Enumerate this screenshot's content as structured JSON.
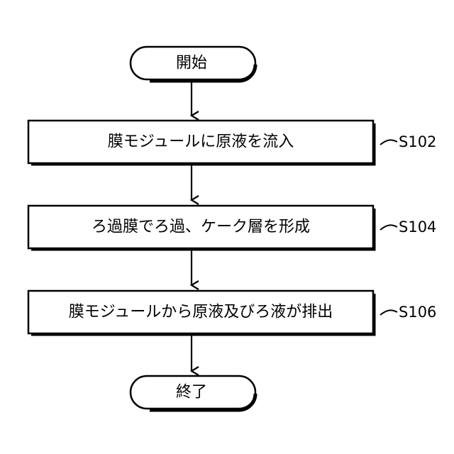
{
  "flowchart": {
    "start": {
      "label": "開始"
    },
    "steps": [
      {
        "label": "膜モジュールに原液を流入",
        "ref": "S102"
      },
      {
        "label": "ろ過膜でろ過、ケーク層を形成",
        "ref": "S104"
      },
      {
        "label": "膜モジュールから原液及びろ液が排出",
        "ref": "S106"
      }
    ],
    "end": {
      "label": "終了"
    }
  }
}
